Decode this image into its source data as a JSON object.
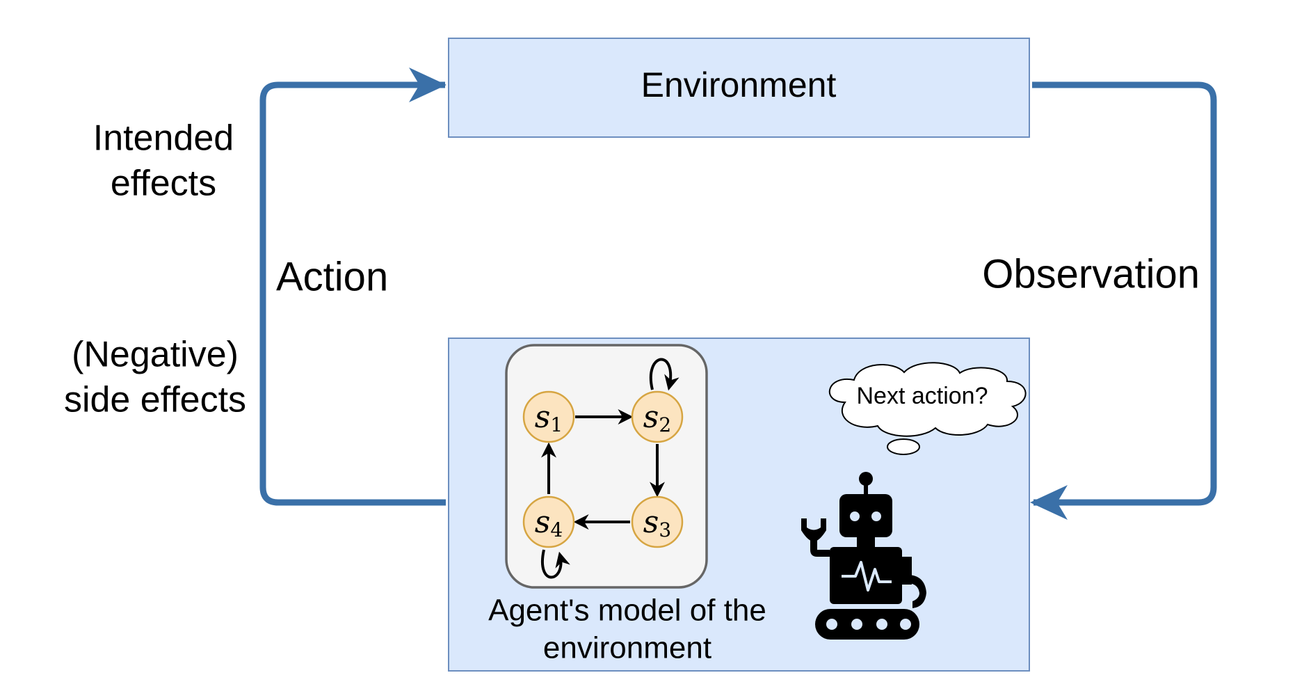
{
  "environment_label": "Environment",
  "action_label": "Action",
  "observation_label": "Observation",
  "intended_effects": [
    "Intended",
    "effects"
  ],
  "side_effects": [
    "(Negative)",
    "side effects"
  ],
  "thought_text": "Next action?",
  "model_caption": [
    "Agent's model of the",
    "environment"
  ],
  "states": [
    {
      "letter": "s",
      "sub": "1"
    },
    {
      "letter": "s",
      "sub": "2"
    },
    {
      "letter": "s",
      "sub": "3"
    },
    {
      "letter": "s",
      "sub": "4"
    }
  ],
  "colors": {
    "box_fill": "#dae8fc",
    "box_stroke": "#6c8ebf",
    "arrow": "#3a70a8",
    "state_fill": "#fce4c0",
    "state_stroke": "#d6a542",
    "model_fill": "#f5f5f5",
    "model_stroke": "#666666"
  }
}
